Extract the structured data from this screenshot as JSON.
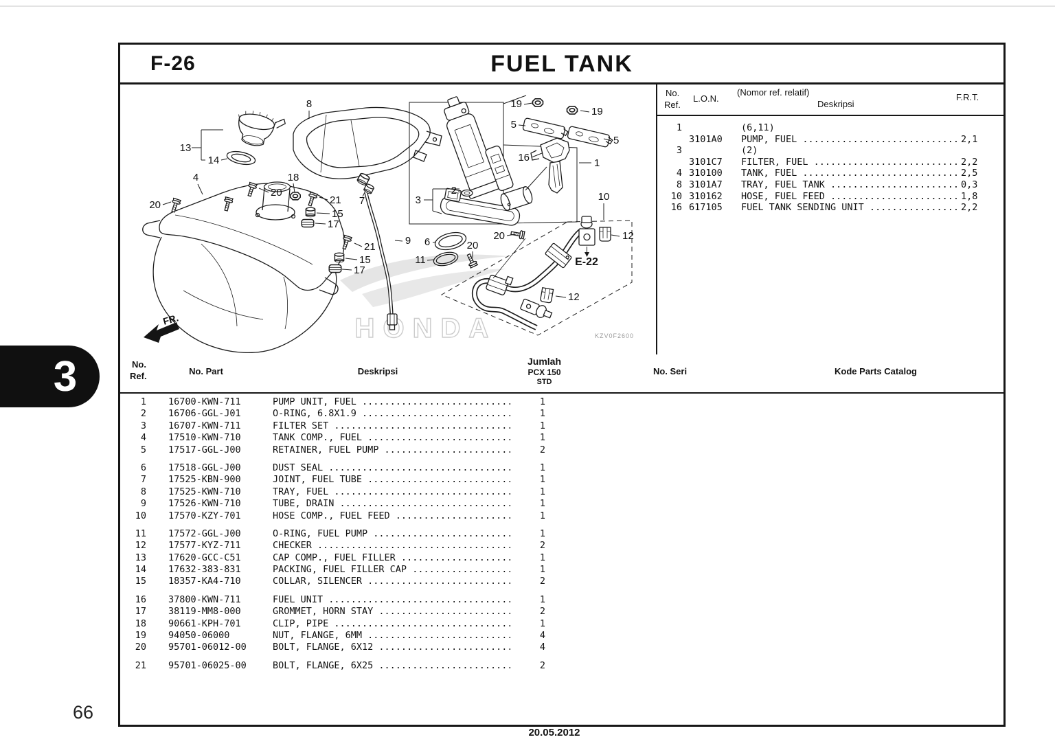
{
  "page": {
    "code": "F-26",
    "title": "FUEL TANK",
    "section_tab": "3",
    "page_number": "66",
    "date": "20.05.2012"
  },
  "lon": {
    "h_no": "No.",
    "h_ref": "Ref.",
    "h_lon": "L.O.N.",
    "h_rel": "(Nomor ref. relatif)",
    "h_desc": "Deskripsi",
    "h_frt": "F.R.T.",
    "rows": [
      {
        "ref": "1",
        "lon": "",
        "desc": "(6,11)",
        "frt": ""
      },
      {
        "ref": "",
        "lon": "3101A0",
        "desc": "PUMP, FUEL ............................",
        "frt": "2,1"
      },
      {
        "ref": "3",
        "lon": "",
        "desc": "(2)",
        "frt": ""
      },
      {
        "ref": "",
        "lon": "3101C7",
        "desc": "FILTER, FUEL ..........................",
        "frt": "2,2"
      },
      {
        "ref": "4",
        "lon": "310100",
        "desc": "TANK, FUEL ............................",
        "frt": "2,5"
      },
      {
        "ref": "8",
        "lon": "3101A7",
        "desc": "TRAY, FUEL TANK .......................",
        "frt": "0,3"
      },
      {
        "ref": "10",
        "lon": "310162",
        "desc": "HOSE, FUEL FEED .......................",
        "frt": "1,8"
      },
      {
        "ref": "16",
        "lon": "617105",
        "desc": "FUEL TANK SENDING UNIT ................",
        "frt": "2,2"
      }
    ]
  },
  "parts": {
    "h_no": "No.",
    "h_ref": "Ref.",
    "h_part": "No. Part",
    "h_desc": "Deskripsi",
    "h_jumlah": "Jumlah",
    "h_model": "PCX 150",
    "h_std": "STD",
    "h_seri": "No. Seri",
    "h_kode": "Kode Parts Catalog",
    "rows": [
      {
        "no": "1",
        "part": "16700-KWN-711",
        "desc": "PUMP UNIT, FUEL ............................",
        "qty": "1"
      },
      {
        "no": "2",
        "part": "16706-GGL-J01",
        "desc": "O-RING, 6.8X1.9 ............................",
        "qty": "1"
      },
      {
        "no": "3",
        "part": "16707-KWN-711",
        "desc": "FILTER SET .................................",
        "qty": "1"
      },
      {
        "no": "4",
        "part": "17510-KWN-710",
        "desc": "TANK COMP., FUEL ...........................",
        "qty": "1"
      },
      {
        "no": "5",
        "part": "17517-GGL-J00",
        "desc": "RETAINER, FUEL PUMP ........................",
        "qty": "2"
      },
      {
        "no": "6",
        "part": "17518-GGL-J00",
        "desc": "DUST SEAL ..................................",
        "qty": "1"
      },
      {
        "no": "7",
        "part": "17525-KBN-900",
        "desc": "JOINT, FUEL TUBE ...........................",
        "qty": "1"
      },
      {
        "no": "8",
        "part": "17525-KWN-710",
        "desc": "TRAY, FUEL .................................",
        "qty": "1"
      },
      {
        "no": "9",
        "part": "17526-KWN-710",
        "desc": "TUBE, DRAIN ................................",
        "qty": "1"
      },
      {
        "no": "10",
        "part": "17570-KZY-701",
        "desc": "HOSE COMP., FUEL FEED ......................",
        "qty": "1"
      },
      {
        "no": "11",
        "part": "17572-GGL-J00",
        "desc": "O-RING, FUEL PUMP ..........................",
        "qty": "1"
      },
      {
        "no": "12",
        "part": "17577-KYZ-711",
        "desc": "CHECKER ....................................",
        "qty": "2"
      },
      {
        "no": "13",
        "part": "17620-GCC-C51",
        "desc": "CAP COMP., FUEL FILLER .....................",
        "qty": "1"
      },
      {
        "no": "14",
        "part": "17632-383-831",
        "desc": "PACKING, FUEL FILLER CAP ...................",
        "qty": "1"
      },
      {
        "no": "15",
        "part": "18357-KA4-710",
        "desc": "COLLAR, SILENCER ...........................",
        "qty": "2"
      },
      {
        "no": "16",
        "part": "37800-KWN-711",
        "desc": "FUEL UNIT ..................................",
        "qty": "1"
      },
      {
        "no": "17",
        "part": "38119-MM8-000",
        "desc": "GROMMET, HORN STAY .........................",
        "qty": "2"
      },
      {
        "no": "18",
        "part": "90661-KPH-701",
        "desc": "CLIP, PIPE .................................",
        "qty": "1"
      },
      {
        "no": "19",
        "part": "94050-06000",
        "desc": "NUT, FLANGE, 6MM ...........................",
        "qty": "4"
      },
      {
        "no": "20",
        "part": "95701-06012-00",
        "desc": "BOLT, FLANGE, 6X12 .........................",
        "qty": "4"
      },
      {
        "no": "21",
        "part": "95701-06025-00",
        "desc": "BOLT, FLANGE, 6X25 .........................",
        "qty": "2"
      }
    ]
  },
  "diagram": {
    "labels": {
      "tray": "8",
      "cap_group": "13",
      "packing": "14",
      "tank": "4",
      "clip_pipe": "18",
      "bolt20_left": "20",
      "bolt20_mid": "20",
      "bolt20_hose_a": "20",
      "bolt20_hose_b": "20",
      "bolt21_up": "21",
      "bolt21_low": "21",
      "collar15_up": "15",
      "collar15_low": "15",
      "grommet17_up": "17",
      "grommet17_low": "17",
      "joint": "7",
      "tube_drain": "9",
      "dust_seal": "6",
      "oring11": "11",
      "nut19_a": "19",
      "nut19_b": "19",
      "retainer5_a": "5",
      "retainer5_b": "5",
      "sending16": "16",
      "pump1": "1",
      "oring2": "2",
      "filter3": "3",
      "hose10": "10",
      "checker12_a": "12",
      "checker12_b": "12",
      "e22": "E-22",
      "fr": "FR.",
      "code": "KZV0F2600",
      "watermark": "HONDA"
    }
  }
}
